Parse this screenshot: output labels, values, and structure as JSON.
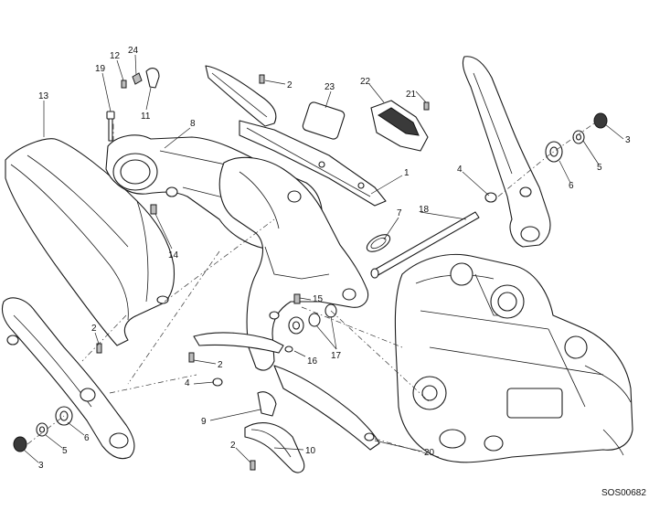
{
  "drawing_code": "SOS00682",
  "callouts": [
    {
      "id": "c1",
      "label": "1"
    },
    {
      "id": "c2a",
      "label": "2"
    },
    {
      "id": "c2b",
      "label": "2"
    },
    {
      "id": "c2c",
      "label": "2"
    },
    {
      "id": "c2d",
      "label": "2"
    },
    {
      "id": "c3a",
      "label": "3"
    },
    {
      "id": "c3b",
      "label": "3"
    },
    {
      "id": "c4a",
      "label": "4"
    },
    {
      "id": "c4b",
      "label": "4"
    },
    {
      "id": "c5a",
      "label": "5"
    },
    {
      "id": "c5b",
      "label": "5"
    },
    {
      "id": "c6a",
      "label": "6"
    },
    {
      "id": "c6b",
      "label": "6"
    },
    {
      "id": "c7",
      "label": "7"
    },
    {
      "id": "c8",
      "label": "8"
    },
    {
      "id": "c9",
      "label": "9"
    },
    {
      "id": "c10",
      "label": "10"
    },
    {
      "id": "c11",
      "label": "11"
    },
    {
      "id": "c12",
      "label": "12"
    },
    {
      "id": "c13",
      "label": "13"
    },
    {
      "id": "c14",
      "label": "14"
    },
    {
      "id": "c15",
      "label": "15"
    },
    {
      "id": "c16",
      "label": "16"
    },
    {
      "id": "c17",
      "label": "17"
    },
    {
      "id": "c18",
      "label": "18"
    },
    {
      "id": "c19",
      "label": "19"
    },
    {
      "id": "c20",
      "label": "20"
    },
    {
      "id": "c21",
      "label": "21"
    },
    {
      "id": "c22",
      "label": "22"
    },
    {
      "id": "c23",
      "label": "23"
    },
    {
      "id": "c24",
      "label": "24"
    }
  ]
}
